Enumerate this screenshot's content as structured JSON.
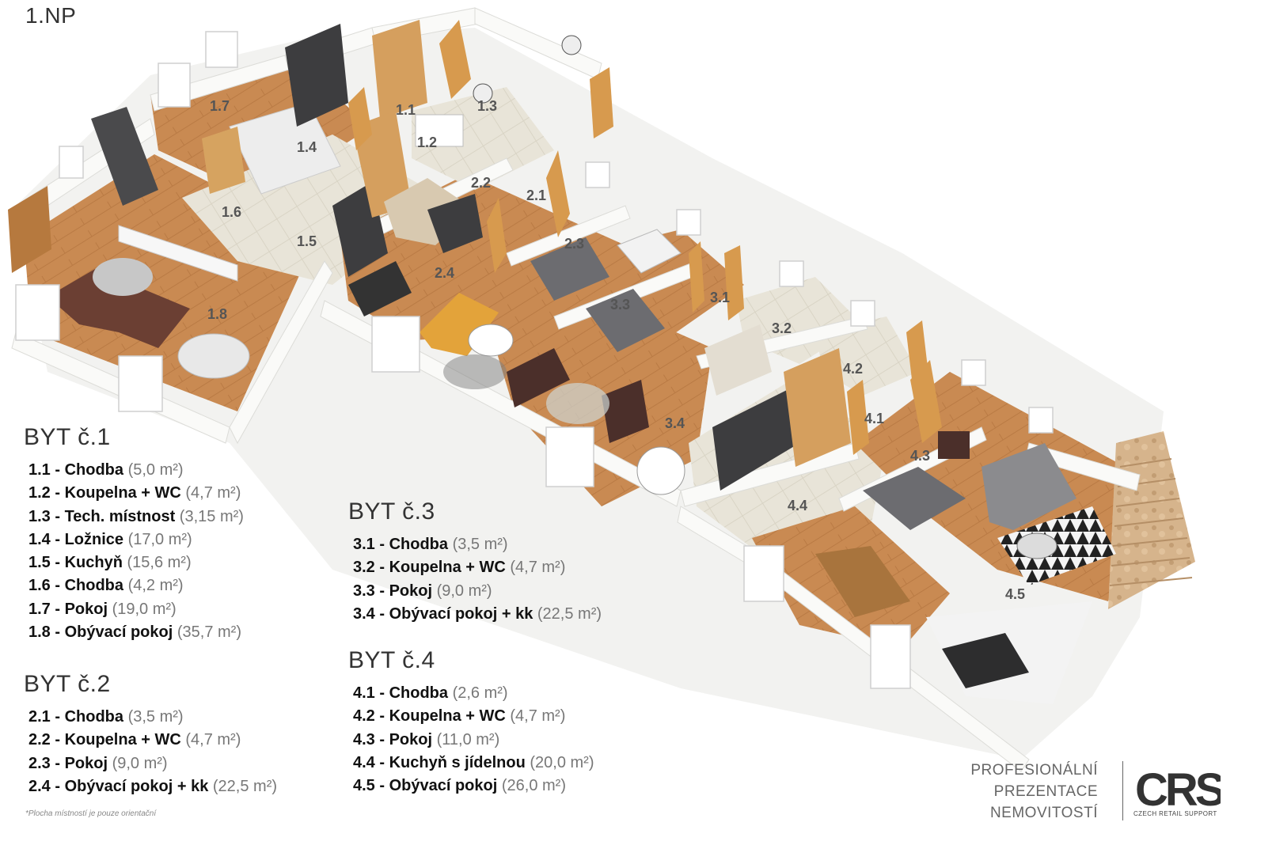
{
  "floor_title": "1.NP",
  "room_labels": {
    "r11": "1.1",
    "r12": "1.2",
    "r13": "1.3",
    "r14": "1.4",
    "r15": "1.5",
    "r16": "1.6",
    "r17": "1.7",
    "r18": "1.8",
    "r21": "2.1",
    "r22": "2.2",
    "r23": "2.3",
    "r24": "2.4",
    "r31": "3.1",
    "r32": "3.2",
    "r33": "3.3",
    "r34": "3.4",
    "r41": "4.1",
    "r42": "4.2",
    "r43": "4.3",
    "r44": "4.4",
    "r45": "4.5"
  },
  "apartments": [
    {
      "title": "BYT č.1",
      "rooms": [
        {
          "id": "1.1 - Chodba",
          "area": "(5,0 m²)"
        },
        {
          "id": "1.2 - Koupelna + WC",
          "area": "(4,7 m²)"
        },
        {
          "id": "1.3 - Tech. místnost",
          "area": "(3,15 m²)"
        },
        {
          "id": "1.4 - Ložnice",
          "area": "(17,0 m²)"
        },
        {
          "id": "1.5 - Kuchyň",
          "area": "(15,6 m²)"
        },
        {
          "id": "1.6 - Chodba",
          "area": "(4,2 m²)"
        },
        {
          "id": "1.7 - Pokoj",
          "area": "(19,0 m²)"
        },
        {
          "id": "1.8 - Obývací pokoj",
          "area": "(35,7 m²)"
        }
      ]
    },
    {
      "title": "BYT č.2",
      "rooms": [
        {
          "id": "2.1 - Chodba",
          "area": "(3,5 m²)"
        },
        {
          "id": "2.2 - Koupelna + WC",
          "area": "(4,7 m²)"
        },
        {
          "id": "2.3 - Pokoj",
          "area": "(9,0 m²)"
        },
        {
          "id": "2.4 - Obývací pokoj + kk",
          "area": "(22,5 m²)"
        }
      ]
    },
    {
      "title": "BYT č.3",
      "rooms": [
        {
          "id": "3.1 - Chodba",
          "area": "(3,5 m²)"
        },
        {
          "id": "3.2 - Koupelna + WC",
          "area": "(4,7 m²)"
        },
        {
          "id": "3.3 - Pokoj",
          "area": "(9,0 m²)"
        },
        {
          "id": "3.4 - Obývací pokoj + kk",
          "area": "(22,5 m²)"
        }
      ]
    },
    {
      "title": "BYT č.4",
      "rooms": [
        {
          "id": "4.1 - Chodba",
          "area": "(2,6 m²)"
        },
        {
          "id": "4.2 - Koupelna + WC",
          "area": "(4,7 m²)"
        },
        {
          "id": "4.3 - Pokoj",
          "area": "(11,0 m²)"
        },
        {
          "id": "4.4 - Kuchyň s jídelnou",
          "area": "(20,0 m²)"
        },
        {
          "id": "4.5 - Obývací pokoj",
          "area": "(26,0 m²)"
        }
      ]
    }
  ],
  "footnote": "*Plocha místností je pouze orientační",
  "branding": {
    "line1": "PROFESIONÁLNÍ",
    "line2": "PREZENTACE",
    "line3": "NEMOVITOSTÍ",
    "logo_text": "CRS",
    "logo_subtitle": "CZECH RETAIL SUPPORT"
  },
  "colors": {
    "wood_floor": "#c98a52",
    "tile_floor": "#e6e2d6",
    "wall": "#f4f4f2",
    "sofa_brown": "#6b3f33",
    "sofa_yellow": "#e3a33a",
    "sofa_grey": "#8b8b8e",
    "cabinet_dark": "#3d3d3f",
    "door_wood": "#d79a4e"
  }
}
